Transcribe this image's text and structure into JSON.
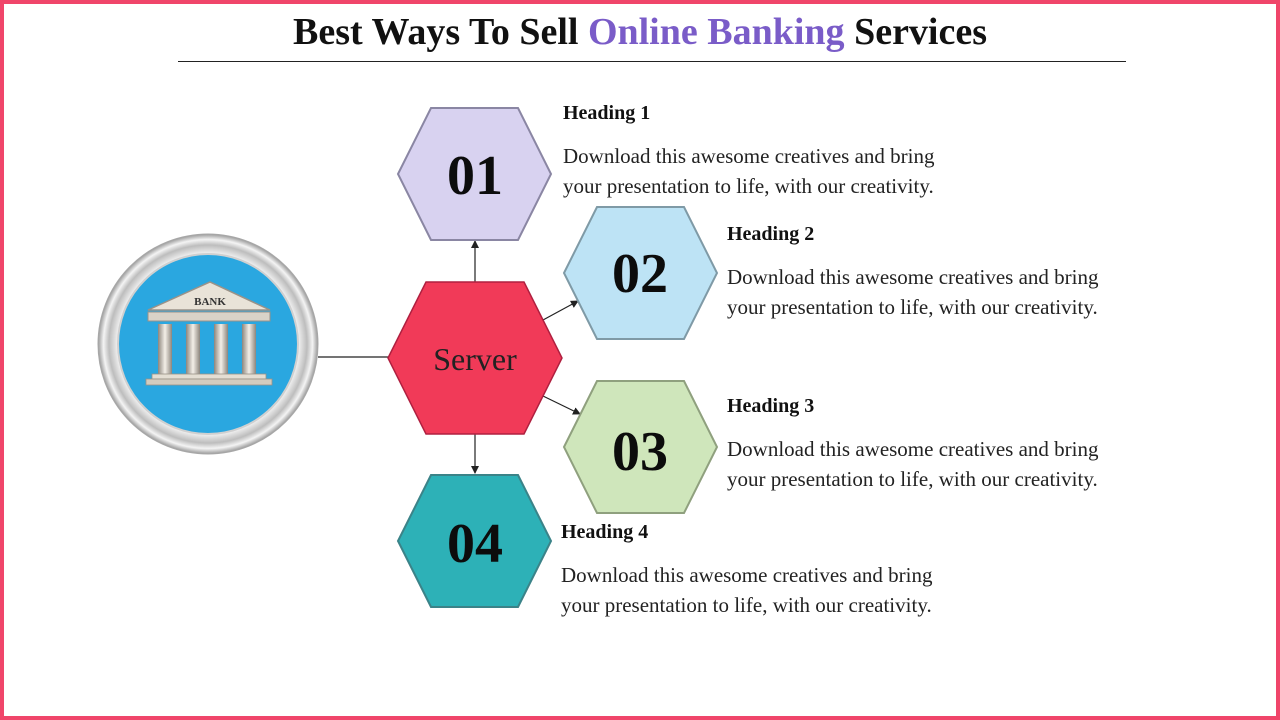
{
  "title": {
    "part1": "Best Ways To Sell ",
    "accent": "Online Banking",
    "part2": " Services"
  },
  "colors": {
    "frame": "#f0456a",
    "accent": "#7a5cc8",
    "center_hex": "#f13a58",
    "hex1": "#d8d2f0",
    "hex2": "#bde3f5",
    "hex3": "#cfe6bb",
    "hex4": "#2db1b7",
    "icon_bg": "#2aa7e0"
  },
  "icon": {
    "name": "bank-building-icon",
    "label": "BANK"
  },
  "center": {
    "label": "Server"
  },
  "steps": [
    {
      "number": "01",
      "heading": "Heading 1",
      "line1": "Download this awesome creatives and bring",
      "line2": "your presentation to life, with our creativity."
    },
    {
      "number": "02",
      "heading": "Heading 2",
      "line1": "Download this awesome creatives and bring",
      "line2": "your presentation to life, with our creativity."
    },
    {
      "number": "03",
      "heading": "Heading 3",
      "line1": "Download this awesome creatives and bring",
      "line2": "your presentation to life, with our creativity."
    },
    {
      "number": "04",
      "heading": "Heading 4",
      "line1": "Download this awesome creatives and bring",
      "line2": "your presentation to life, with our creativity."
    }
  ]
}
